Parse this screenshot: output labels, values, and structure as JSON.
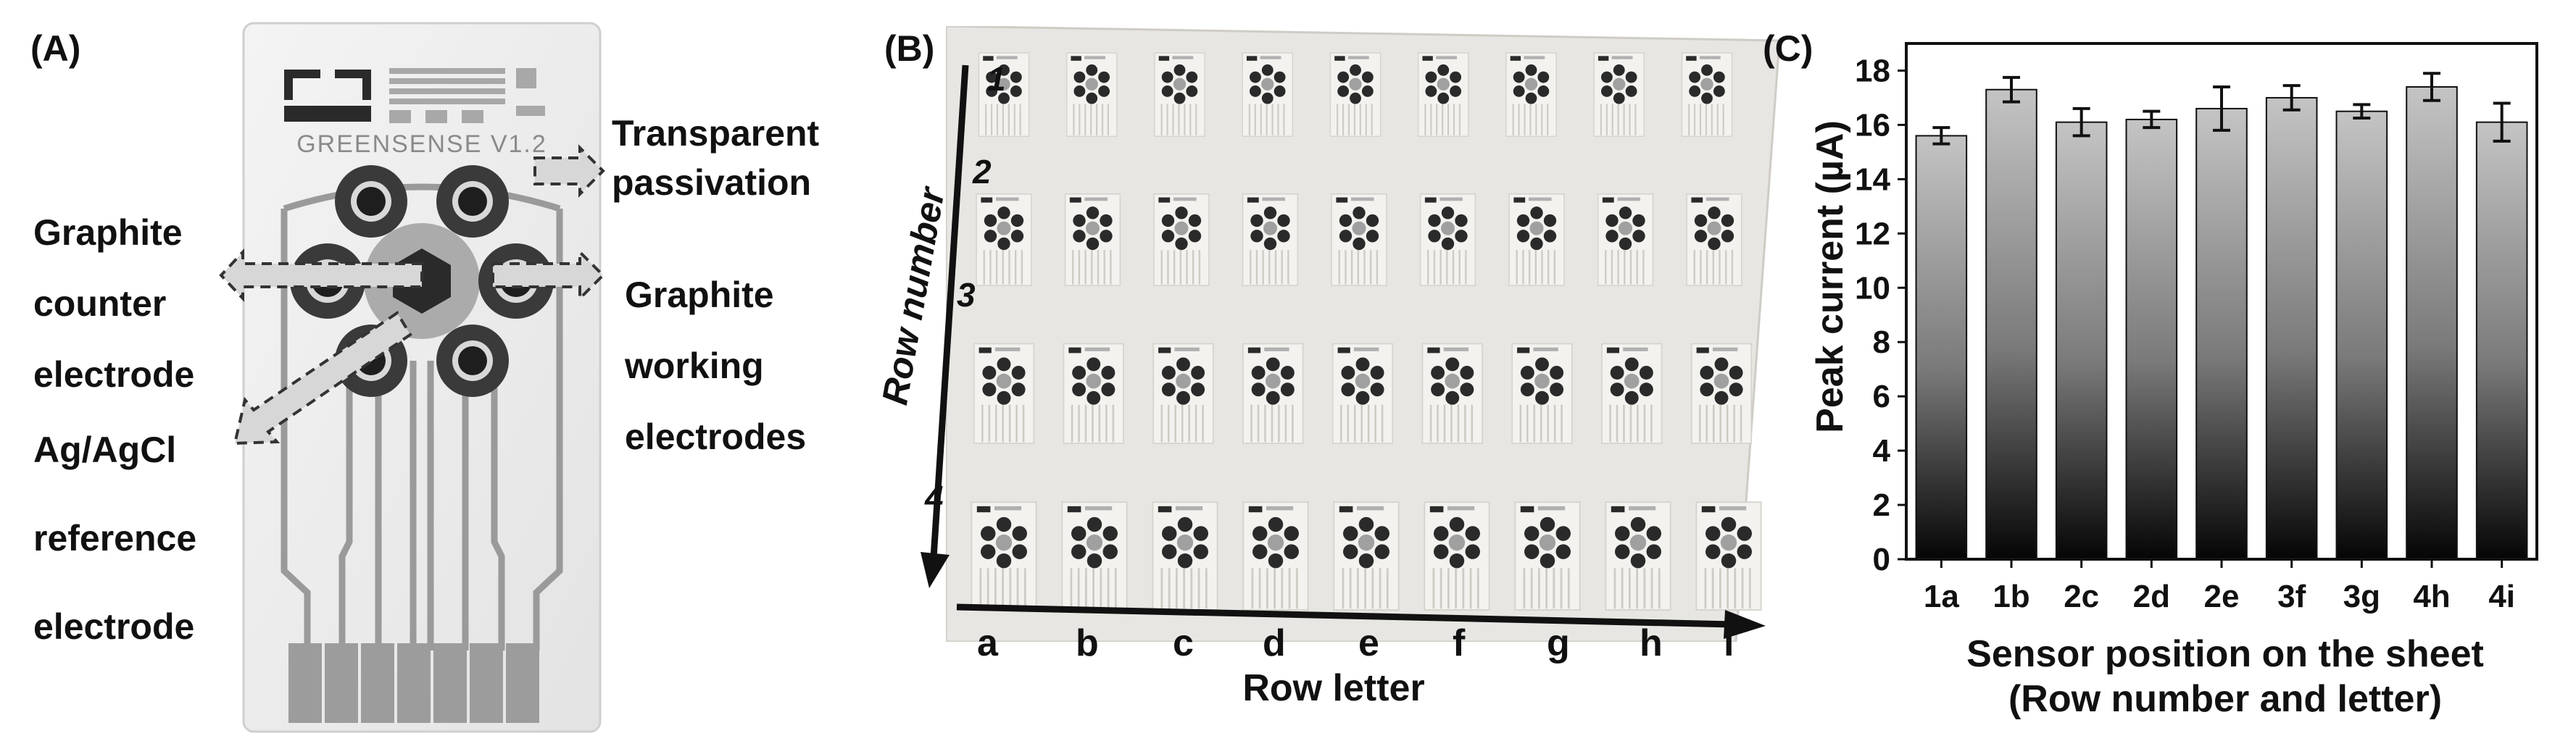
{
  "panels": {
    "a": {
      "label": "(A)",
      "chip_logo_text": "GREENSENSE V1.2",
      "callouts": {
        "transparent_passivation": [
          "Transparent",
          "passivation"
        ],
        "graphite_counter": [
          "Graphite",
          "counter",
          "electrode"
        ],
        "graphite_working": [
          "Graphite",
          "working",
          "electrodes"
        ],
        "reference": [
          "Ag/AgCl",
          "reference",
          "electrode"
        ]
      }
    },
    "b": {
      "label": "(B)",
      "row_numbers": [
        "1",
        "2",
        "3",
        "4"
      ],
      "row_letters": [
        "a",
        "b",
        "c",
        "d",
        "e",
        "f",
        "g",
        "h",
        "i"
      ],
      "row_number_axis_label": "Row number",
      "row_letter_axis_label": "Row letter"
    },
    "c": {
      "label": "(C)"
    }
  },
  "colors": {
    "bar_top": "#c4c4c4",
    "bar_bottom": "#050505",
    "electrode_dark": "#2a2a2a",
    "trace_gray": "#9a9a9a",
    "sheet_bg": "#e6e4e0"
  },
  "chart_data": {
    "type": "bar",
    "categories": [
      "1a",
      "1b",
      "2c",
      "2d",
      "2e",
      "3f",
      "3g",
      "4h",
      "4i"
    ],
    "values": [
      15.6,
      17.3,
      16.1,
      16.2,
      16.6,
      17.0,
      16.5,
      17.4,
      16.1
    ],
    "errors": [
      0.3,
      0.45,
      0.5,
      0.3,
      0.8,
      0.45,
      0.25,
      0.5,
      0.7
    ],
    "ylabel": "Peak current (µA)",
    "xlabel": [
      "Sensor position on the sheet",
      "(Row number and letter)"
    ],
    "ylim": [
      0,
      19
    ],
    "yticks": [
      "0",
      "2",
      "4",
      "6",
      "8",
      "10",
      "12",
      "14",
      "16",
      "18"
    ],
    "grid": false
  }
}
